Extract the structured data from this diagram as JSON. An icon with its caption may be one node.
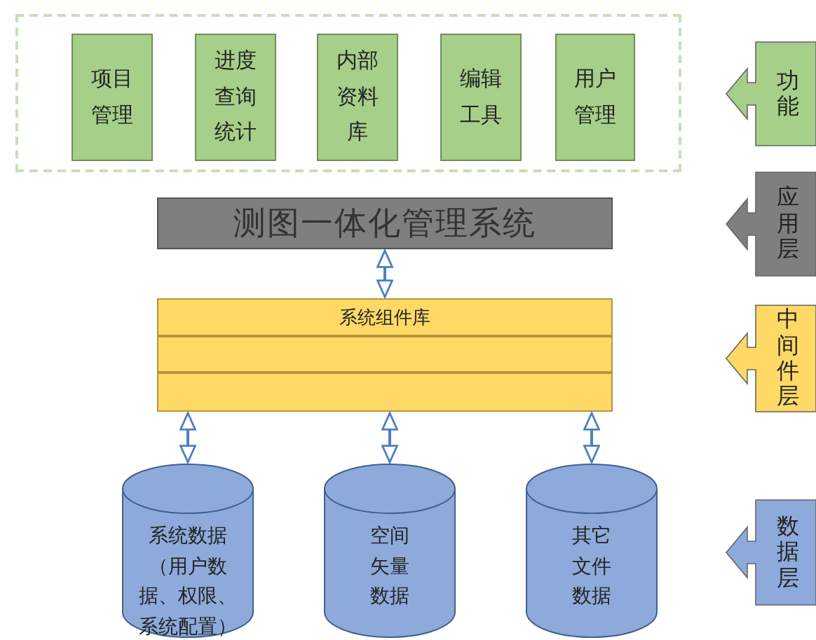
{
  "diagram": {
    "nodes": [
      {
        "text": [],
        "shape": "box"
      },
      {
        "text": [
          "项目管理"
        ],
        "in": 0
      },
      {
        "text": [
          "进度查询统计"
        ],
        "in": 0
      },
      {
        "text": [
          "内部资料库"
        ],
        "in": 0
      },
      {
        "text": [
          "编辑工具"
        ],
        "in": 0
      },
      {
        "text": [
          "用户管理"
        ],
        "in": 0
      },
      {
        "text": [
          "功能"
        ]
      },
      {
        "text": [
          "测图一体化管理系统"
        ]
      },
      {
        "text": [
          "应用层"
        ]
      },
      {
        "text": [
          "系统组件库"
        ]
      },
      {
        "text": [],
        "shape": "bar"
      },
      {
        "text": [],
        "shape": "bar"
      },
      {
        "text": [
          "中间件层"
        ]
      },
      {
        "text": [
          "系统数据（用户数据、权限、系统配置）"
        ]
      },
      {
        "text": [
          "空间矢量数据"
        ]
      },
      {
        "text": [
          "其它文件数据"
        ]
      },
      {
        "text": [
          "数据层"
        ]
      }
    ],
    "edges": [
      {
        "from": 9,
        "to": 7,
        "arrow": "both"
      },
      {
        "from": 13,
        "to": 11,
        "arrow": "both"
      },
      {
        "from": 14,
        "to": 11,
        "arrow": "both"
      },
      {
        "from": 15,
        "to": 11,
        "arrow": "both"
      }
    ]
  }
}
